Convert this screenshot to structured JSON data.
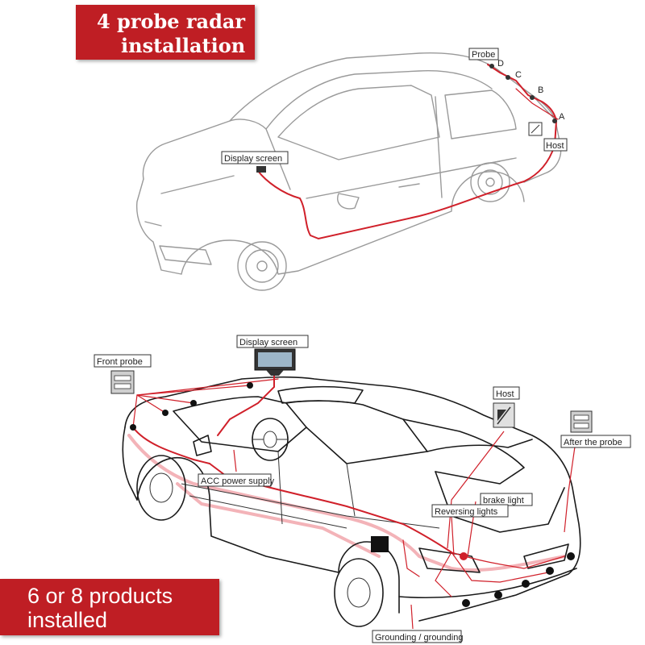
{
  "top_banner": {
    "line1": "4 probe radar",
    "line2": "installation"
  },
  "bottom_banner": {
    "line1": "6 or 8 products",
    "line2": "installed"
  },
  "top_diagram": {
    "probe": "Probe",
    "display_screen": "Display screen",
    "host": "Host",
    "points": [
      "A",
      "B",
      "C",
      "D"
    ]
  },
  "bottom_diagram": {
    "display_screen": "Display screen",
    "front_probe": "Front probe",
    "host": "Host",
    "after_the_probe": "After the probe",
    "acc_power_supply": "ACC power supply",
    "brake_light": "brake light",
    "reversing_lights": "Reversing lights",
    "grounding": "Grounding / grounding"
  },
  "colors": {
    "banner": "#bf1e24",
    "wire": "#d0202a"
  }
}
